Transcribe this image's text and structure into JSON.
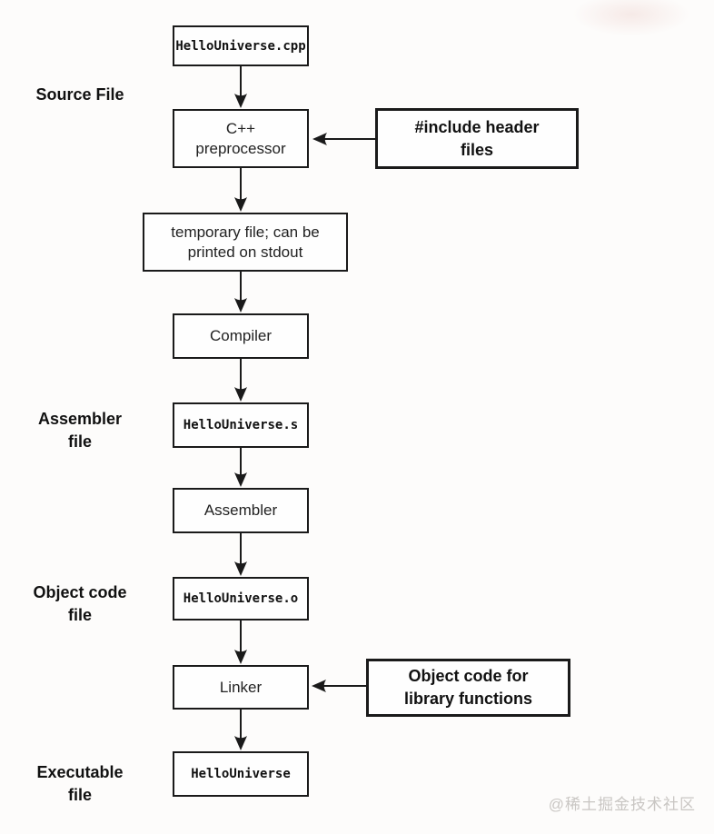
{
  "diagram": {
    "nodes": {
      "source": "HelloUniverse.cpp",
      "preprocessor": "C++\npreprocessor",
      "temp_file": "temporary file; can be\nprinted on stdout",
      "compiler": "Compiler",
      "assembly": "HelloUniverse.s",
      "assembler": "Assembler",
      "object": "HelloUniverse.o",
      "linker": "Linker",
      "executable": "HelloUniverse"
    },
    "callouts": {
      "include_headers": "#include header\nfiles",
      "object_code_lib": "Object code for\nlibrary functions"
    },
    "side_labels": {
      "source_file": "Source File",
      "assembler_file": "Assembler\nfile",
      "object_code_file": "Object code\nfile",
      "executable_file": "Executable\nfile"
    },
    "watermark": "@稀土掘金技术社区",
    "colors": {
      "line": "#1a1a1a",
      "background": "#fdfcfb",
      "box_border": "#1a1a1a",
      "watermark": "#c9c6c3"
    }
  }
}
